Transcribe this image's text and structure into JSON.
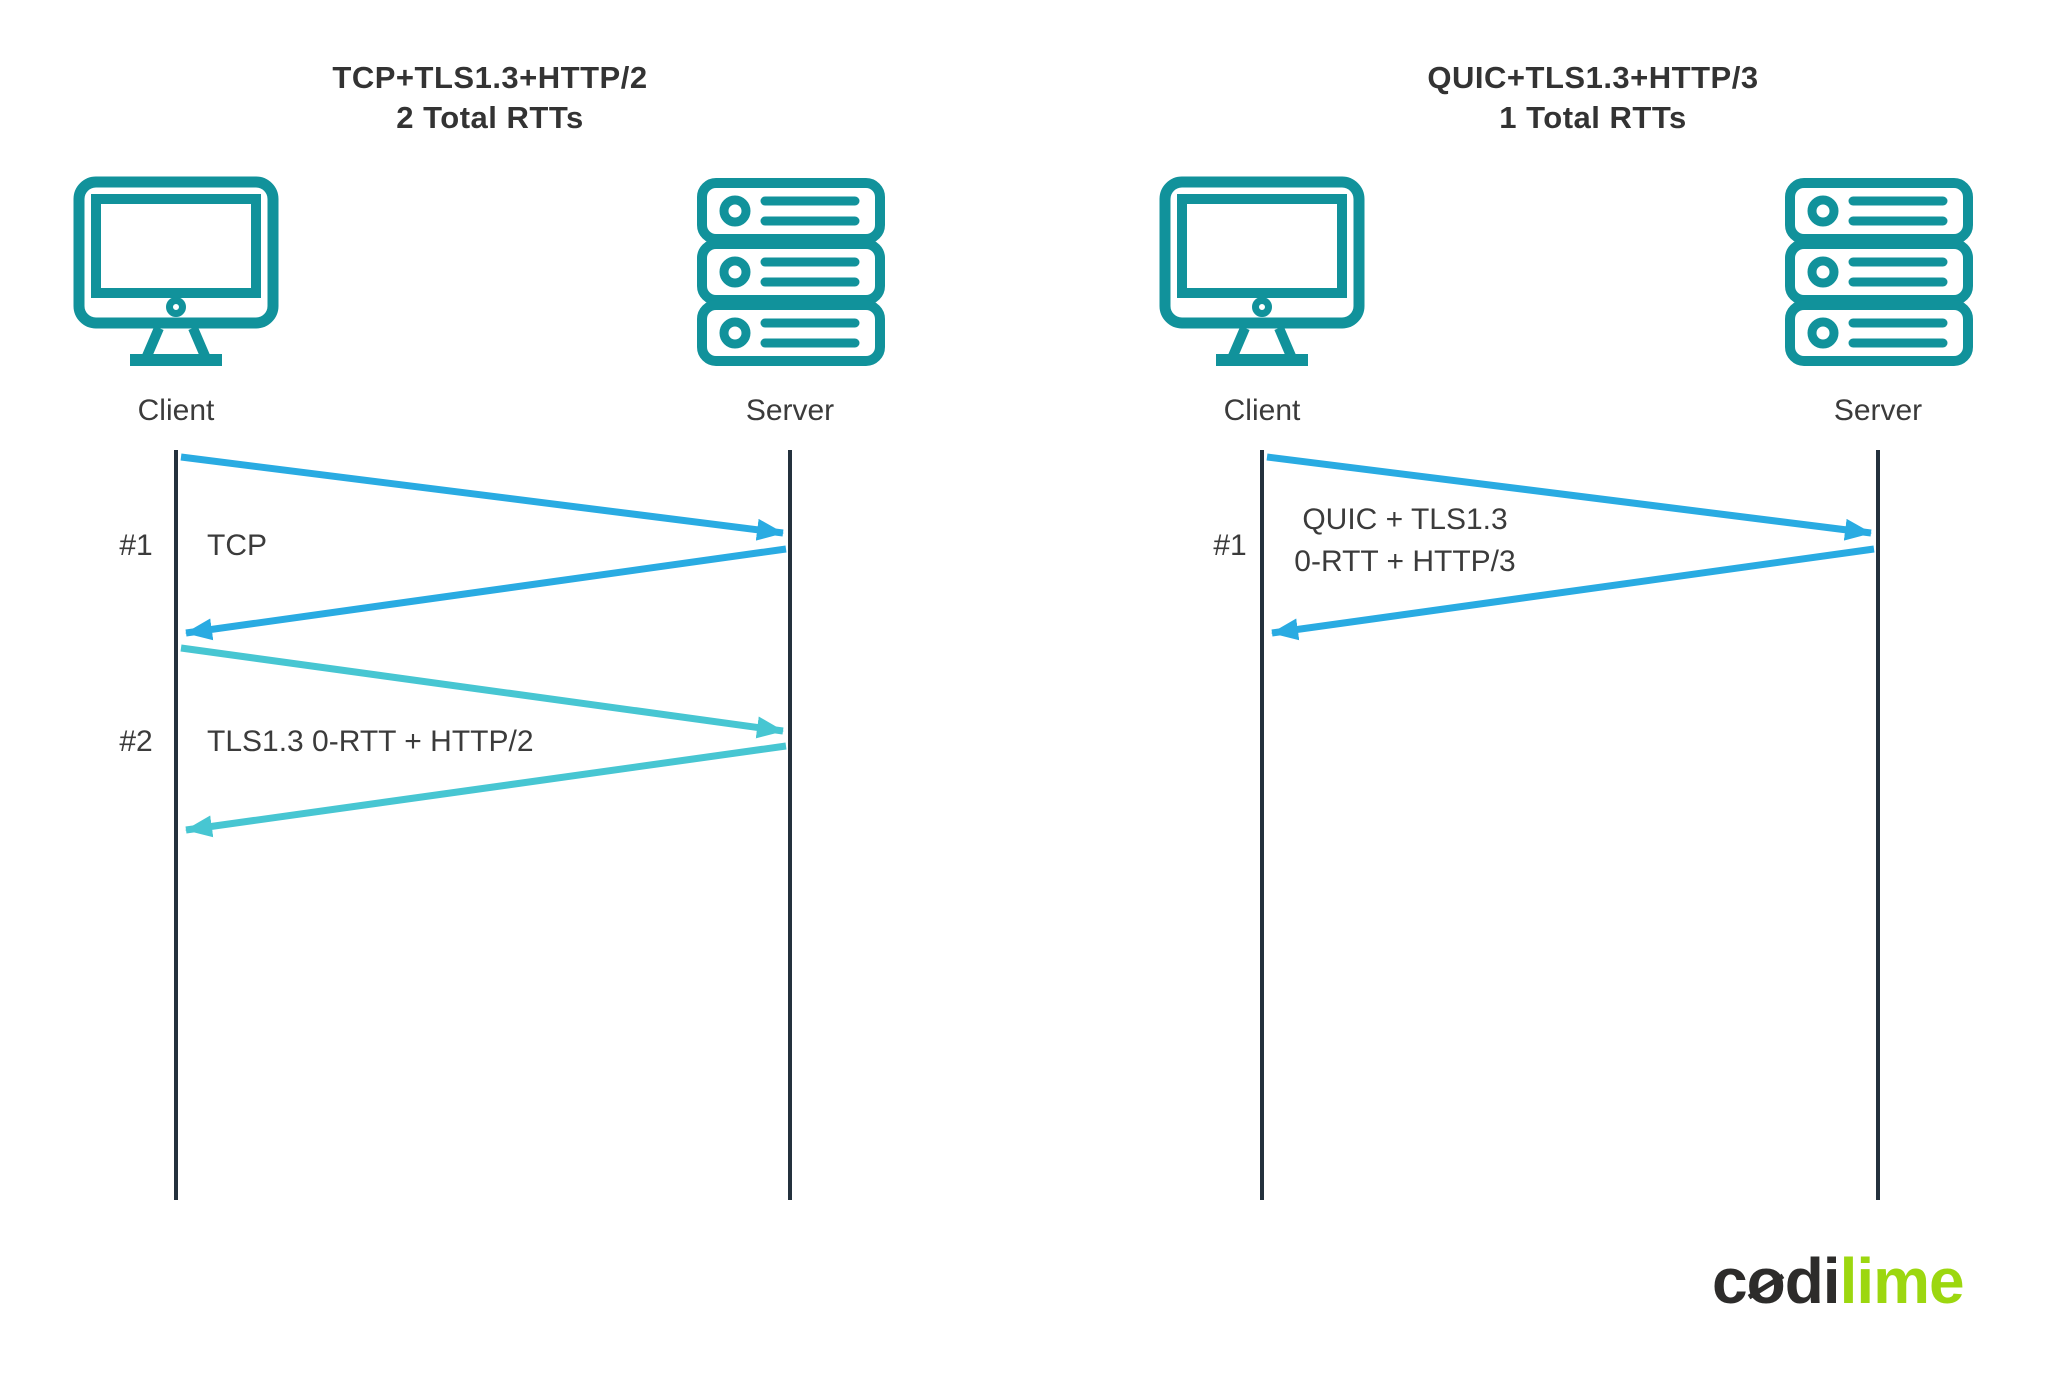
{
  "colors": {
    "device_teal": "#11929b",
    "arrow_blue": "#29abe2",
    "arrow_cyan": "#47c6d2",
    "lifeline_dark": "#24313d",
    "text_gray": "#3b3b3b",
    "title_gray": "#333333",
    "logo_dark": "#2d2c2b",
    "logo_green": "#9cd70f"
  },
  "left_diagram": {
    "title_line1": "TCP+TLS1.3+HTTP/2",
    "title_line2": "2 Total RTTs",
    "client_label": "Client",
    "server_label": "Server",
    "message1": {
      "index": "#1",
      "label": "TCP"
    },
    "message2": {
      "index": "#2",
      "label": "TLS1.3 0-RTT + HTTP/2"
    }
  },
  "right_diagram": {
    "title_line1": "QUIC+TLS1.3+HTTP/3",
    "title_line2": "1 Total RTTs",
    "client_label": "Client",
    "server_label": "Server",
    "message1": {
      "index": "#1",
      "label_line1": "QUIC + TLS1.3",
      "label_line2": "0-RTT + HTTP/3"
    }
  },
  "logo": {
    "c": "c",
    "o": "o",
    "di": "di",
    "lime": "lime"
  }
}
